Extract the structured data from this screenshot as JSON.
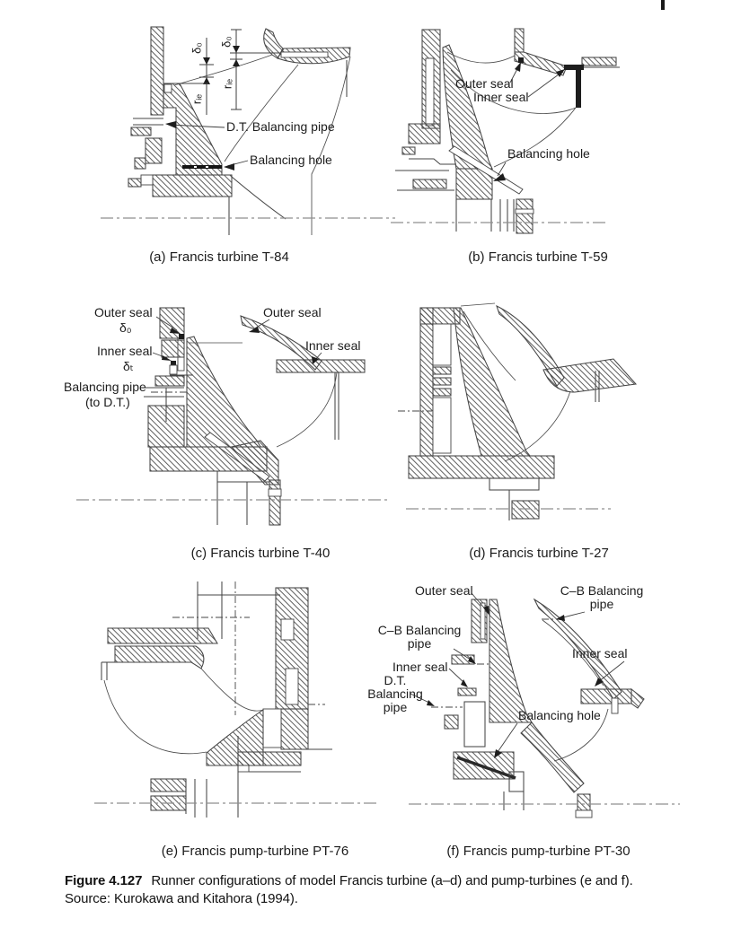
{
  "figure": {
    "caption_label": "Figure 4.127",
    "caption_text": "Runner configurations of model Francis turbine (a–d) and pump-turbines (e and f).",
    "caption_source": "Source: Kurokawa and Kitahora (1994)."
  },
  "panels": {
    "a": {
      "caption": "(a) Francis turbine T-84",
      "labels": {
        "delta_o": "δ₀",
        "r_ie": "rᵢₑ",
        "dt_balancing_pipe": "D.T. Balancing pipe",
        "balancing_hole": "Balancing hole"
      }
    },
    "b": {
      "caption": "(b) Francis turbine T-59",
      "labels": {
        "outer_seal": "Outer seal",
        "inner_seal": "Inner seal",
        "balancing_hole": "Balancing hole"
      }
    },
    "c": {
      "caption": "(c) Francis turbine T-40",
      "labels": {
        "outer_seal_left": "Outer seal",
        "delta_o": "δ₀",
        "inner_seal_left": "Inner seal",
        "delta_t": "δₜ",
        "balancing_pipe": "Balancing pipe",
        "to_dt": "(to D.T.)",
        "outer_seal_right": "Outer seal",
        "inner_seal_right": "Inner seal"
      }
    },
    "d": {
      "caption": "(d) Francis turbine T-27"
    },
    "e": {
      "caption": "(e) Francis pump-turbine PT-76"
    },
    "f": {
      "caption": "(f) Francis pump-turbine PT-30",
      "labels": {
        "outer_seal": "Outer seal",
        "cb_pipe_left": "C–B Balancing\npipe",
        "inner_seal_left": "Inner seal",
        "dt_pipe": "D.T. Balancing\npipe",
        "balancing_hole": "Balancing hole",
        "cb_pipe_right": "C–B Balancing\npipe",
        "inner_seal_right": "Inner seal"
      }
    }
  }
}
